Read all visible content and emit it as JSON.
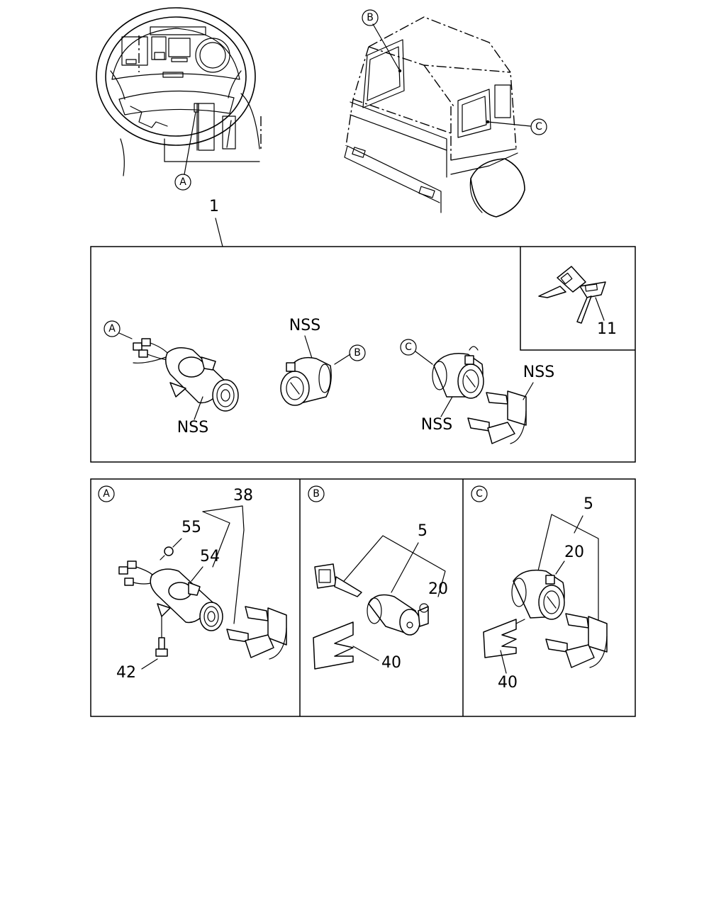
{
  "callouts": {
    "a": "A",
    "b": "B",
    "c": "C"
  },
  "parts": {
    "assembly": "1",
    "lock_set_a": "38",
    "screw": "55",
    "lock_body": "54",
    "bolt": "42",
    "lock_set": "5",
    "spring_pin": "20",
    "retainer_clip": "40",
    "key_blank": "11"
  },
  "nss": "NSS"
}
